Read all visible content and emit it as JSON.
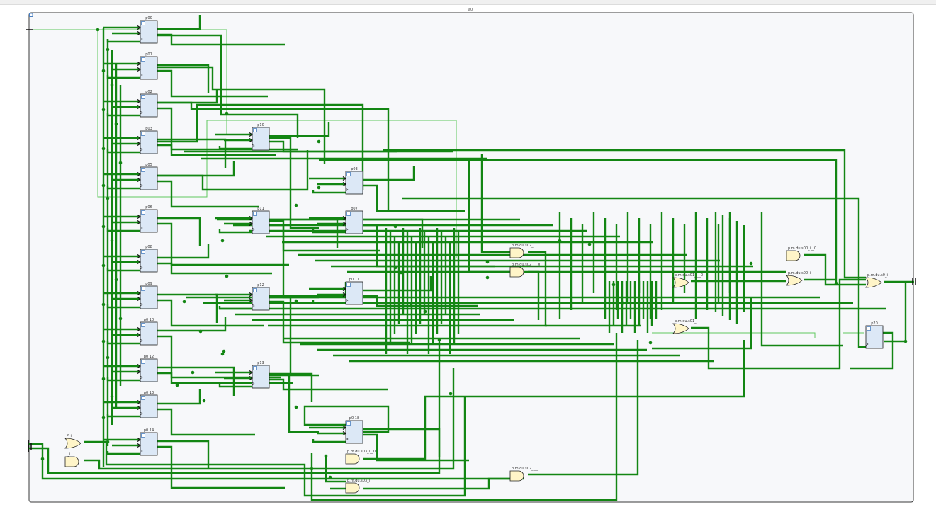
{
  "diagram": {
    "title": "a0",
    "colors": {
      "wire": "#138613",
      "wire_light": "#5fc85f",
      "cell_fill": "#dce8f6",
      "cell_stroke": "#1a1a1a",
      "gate_fill": "#fff5c8",
      "frame_fill": "#f7f8fa"
    },
    "flops": [
      {
        "id": "p00",
        "label": "p00"
      },
      {
        "id": "p01",
        "label": "p01"
      },
      {
        "id": "p02",
        "label": "p02"
      },
      {
        "id": "p03",
        "label": "p03"
      },
      {
        "id": "p05",
        "label": "p05"
      },
      {
        "id": "p06",
        "label": "p06"
      },
      {
        "id": "p08",
        "label": "p08"
      },
      {
        "id": "p09",
        "label": "p09"
      },
      {
        "id": "p010",
        "label": "p0 10"
      },
      {
        "id": "p012",
        "label": "p0 12"
      },
      {
        "id": "p013",
        "label": "p0 13"
      },
      {
        "id": "p014",
        "label": "p0 14"
      },
      {
        "id": "p10",
        "label": "p10"
      },
      {
        "id": "p11",
        "label": "p11"
      },
      {
        "id": "p12",
        "label": "p12"
      },
      {
        "id": "p13",
        "label": "p13"
      },
      {
        "id": "p03b",
        "label": "p03"
      },
      {
        "id": "p07",
        "label": "p07"
      },
      {
        "id": "p011",
        "label": "p0 11"
      },
      {
        "id": "p018",
        "label": "p0 18"
      },
      {
        "id": "p20",
        "label": "p20"
      }
    ],
    "gates": [
      {
        "id": "g_in1",
        "label": "P_i"
      },
      {
        "id": "g_in2",
        "label": "I_i"
      },
      {
        "id": "g_pr2a",
        "label": "p.m.du.s02_i"
      },
      {
        "id": "g_pr2b",
        "label": "p.m.du.s02_i__0"
      },
      {
        "id": "g_pr3a",
        "label": "p.m.du.s03_i__0"
      },
      {
        "id": "g_pr3b",
        "label": "p.m.du.s03_i"
      },
      {
        "id": "g_pr2c",
        "label": "p.m.du.s02_i__1"
      },
      {
        "id": "g_pr1a",
        "label": "p.m.du.s01_i__0"
      },
      {
        "id": "g_pr1b",
        "label": "p.m.du.s01_i"
      },
      {
        "id": "g_pr0a",
        "label": "p.m.du.s00_i__0"
      },
      {
        "id": "g_pr0b",
        "label": "p.m.du.s00_i"
      },
      {
        "id": "g_out",
        "label": "p.m.du.s0_i"
      }
    ]
  }
}
